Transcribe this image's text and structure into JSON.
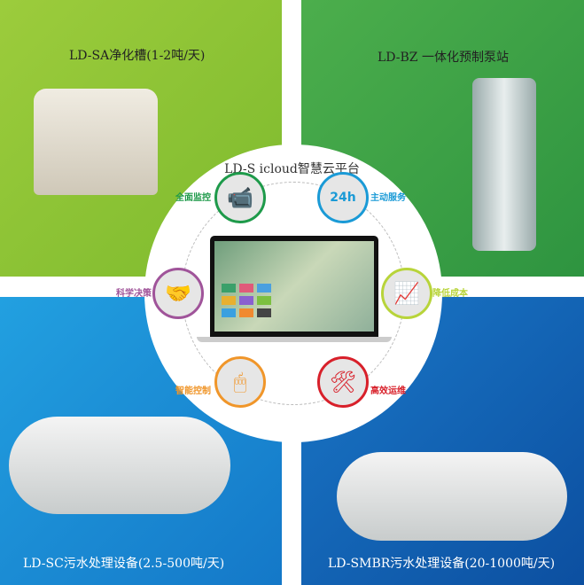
{
  "products": {
    "sa": "LD-SA净化槽(1-2吨/天)",
    "bz": "LD-BZ 一体化预制泵站",
    "sc": "LD-SC污水处理设备(2.5-500吨/天)",
    "smbr": "LD-SMBR污水处理设备(20-1000吨/天)"
  },
  "platform": {
    "title": "LD-S icloud智慧云平台",
    "features": [
      {
        "label": "全面监控",
        "icon": "camera-icon",
        "color": "#1e9a4a"
      },
      {
        "label": "主动服务",
        "icon": "24h-icon",
        "color": "#1a9ad6"
      },
      {
        "label": "科学决策",
        "icon": "handshake-icon",
        "color": "#a0549a"
      },
      {
        "label": "降低成本",
        "icon": "chart-icon",
        "color": "#b8d43a"
      },
      {
        "label": "智能控制",
        "icon": "mouse-icon",
        "color": "#f0962a"
      },
      {
        "label": "高效运维",
        "icon": "tools-icon",
        "color": "#d8202a"
      }
    ],
    "badge": "24h"
  }
}
